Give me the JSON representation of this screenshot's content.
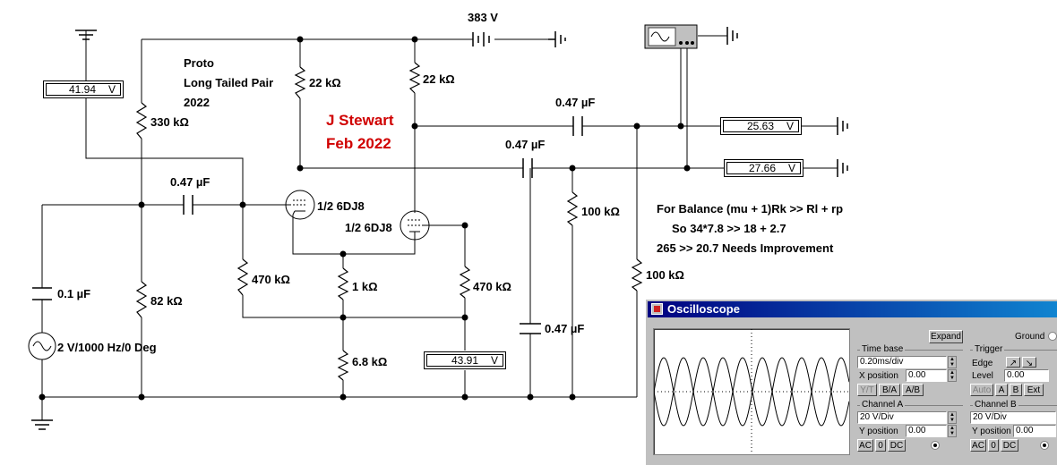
{
  "schematic": {
    "supply_voltage": "383 V",
    "notes": {
      "line1": "Proto",
      "line2": "Long Tailed Pair",
      "line3": "2022"
    },
    "author": {
      "name": "J Stewart",
      "date": "Feb 2022"
    },
    "balance": {
      "line1": "For Balance (mu + 1)Rk >> Rl + rp",
      "line2": "So 34*7.8 >> 18 + 2.7",
      "line3": "265 >> 20.7 Needs Improvement"
    },
    "labels": {
      "r_330k": "330 kΩ",
      "r_22k_left": "22 kΩ",
      "r_22k_right": "22 kΩ",
      "c_047_top": "0.47 µF",
      "c_047_mid": "0.47 µF",
      "c_047_input": "0.47 µF",
      "c_047_bottom": "0.47 µF",
      "tube_left": "1/2 6DJ8",
      "tube_right": "1/2 6DJ8",
      "r_100k_a": "100 kΩ",
      "r_100k_b": "100 kΩ",
      "c_01": "0.1 µF",
      "r_82k": "82 kΩ",
      "r_470k_left": "470 kΩ",
      "r_470k_right": "470 kΩ",
      "r_1k": "1 kΩ",
      "r_68k": "6.8 kΩ",
      "source": "2 V/1000 Hz/0 Deg"
    },
    "meters": [
      {
        "value": "41.94",
        "unit": "V"
      },
      {
        "value": "25.63",
        "unit": "V"
      },
      {
        "value": "27.66",
        "unit": "V"
      },
      {
        "value": "43.91",
        "unit": "V"
      }
    ]
  },
  "oscilloscope": {
    "title": "Oscilloscope",
    "expand_label": "Expand",
    "ground_label": "Ground",
    "time_base": {
      "label": "Time base",
      "value": "0.20ms/div",
      "x_position_label": "X position",
      "x_position": "0.00",
      "modes": [
        "Y/T",
        "B/A",
        "A/B"
      ]
    },
    "trigger": {
      "label": "Trigger",
      "edge_label": "Edge",
      "level_label": "Level",
      "level": "0.00",
      "sources": [
        "Auto",
        "A",
        "B",
        "Ext"
      ]
    },
    "channel_a": {
      "label": "Channel A",
      "scale": "20 V/Div",
      "y_position_label": "Y position",
      "y_position": "0.00",
      "coupling": [
        "AC",
        "0",
        "DC"
      ]
    },
    "channel_b": {
      "label": "Channel B",
      "scale": "20 V/Div",
      "y_position_label": "Y position",
      "y_position": "0.00",
      "coupling": [
        "AC",
        "0",
        "DC"
      ]
    },
    "trace_colors": {
      "channel_a": "#000000",
      "channel_b": "#000000"
    }
  }
}
